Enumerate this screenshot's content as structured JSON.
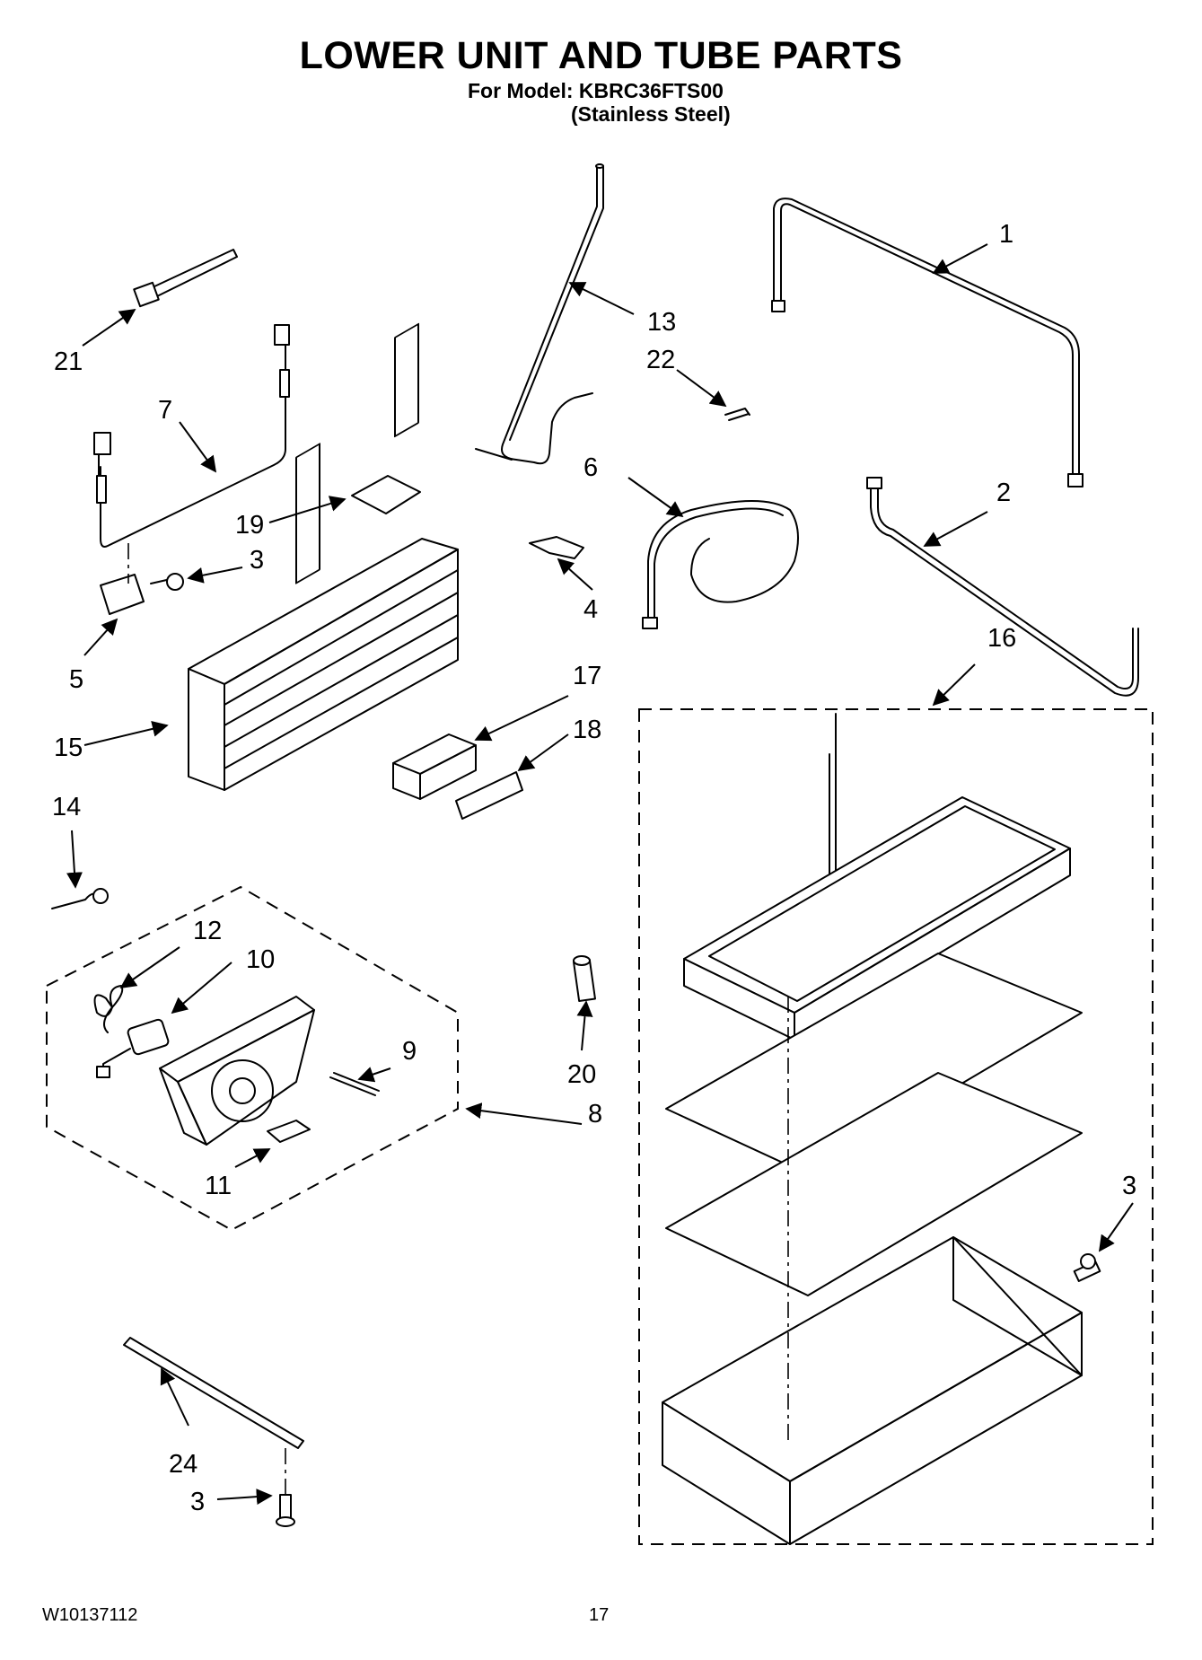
{
  "header": {
    "title": "LOWER UNIT AND TUBE PARTS",
    "model_line": "For Model: KBRC36FTS00",
    "finish_line": "(Stainless Steel)"
  },
  "footer": {
    "doc_number": "W10137112",
    "page_number": "17"
  },
  "callouts": [
    "1",
    "2",
    "3",
    "4",
    "5",
    "6",
    "7",
    "8",
    "9",
    "10",
    "11",
    "12",
    "13",
    "14",
    "15",
    "16",
    "17",
    "18",
    "19",
    "20",
    "21",
    "22",
    "24"
  ]
}
